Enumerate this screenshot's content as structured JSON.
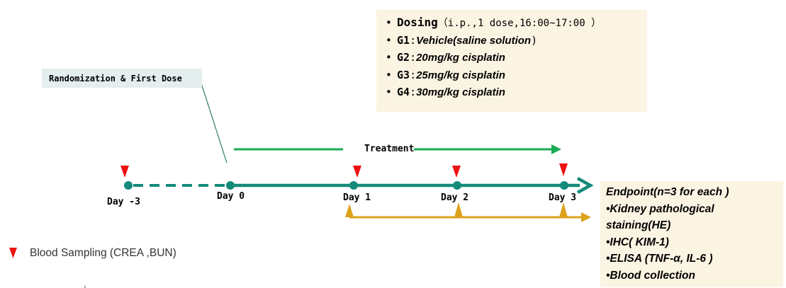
{
  "callout": {
    "text": "Randomization & First Dose"
  },
  "dosing": {
    "bullet": "•",
    "heading": "Dosing",
    "detail": "（i.p.,1 dose,16:00~17:00 ）",
    "groups": [
      {
        "id": "G1",
        "sep": ":",
        "desc": "Vehicle(saline solution",
        "tail": ")"
      },
      {
        "id": "G2",
        "sep": ":",
        "desc": "20mg/kg cisplatin",
        "tail": ""
      },
      {
        "id": "G3",
        "sep": ":",
        "desc": "25mg/kg cisplatin",
        "tail": ""
      },
      {
        "id": "G4",
        "sep": ":",
        "desc": "30mg/kg cisplatin",
        "tail": ""
      }
    ]
  },
  "timeline": {
    "treatment_label": "Treatment",
    "days": [
      "Day -3",
      "Day 0",
      "Day 1",
      "Day 2",
      "Day 3"
    ]
  },
  "endpoint": {
    "title": "Endpoint(n=3 for each )",
    "items": [
      "•Kidney pathological",
      "staining(HE)",
      "•IHC( KIM-1)",
      "•ELISA (TNF-α, IL-6 )",
      "•Blood collection"
    ]
  },
  "legend": {
    "label": "Blood Sampling (CREA ,BUN)"
  },
  "colors": {
    "timeline_teal": "#138a7a",
    "treatment_green": "#1aaa55",
    "sampling_red": "#ee1111",
    "endpoint_gold": "#dca21c",
    "box_cream": "#fcf4e3",
    "callout_bg": "#e5eeee",
    "leader_line": "#2d7a70"
  }
}
